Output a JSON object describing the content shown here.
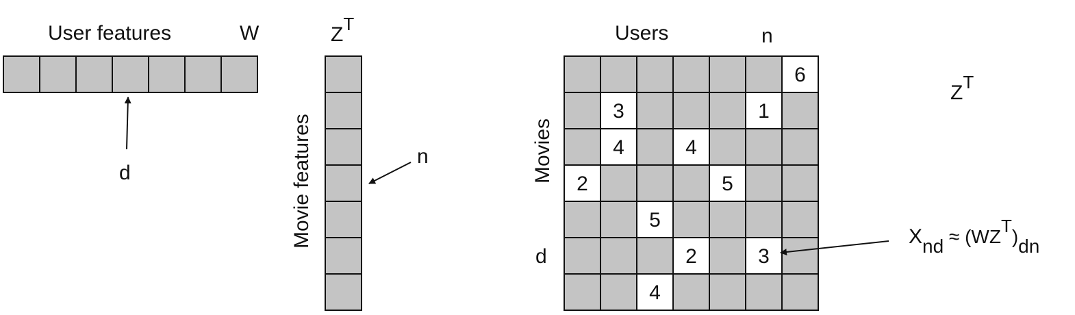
{
  "left": {
    "user_features_label": "User features",
    "w_label": "W",
    "d_label": "d",
    "cells": 7
  },
  "middle": {
    "zt_base": "Z",
    "zt_sup": "T",
    "movie_features_label": "Movie features",
    "n_label": "n",
    "cells": 7
  },
  "matrix": {
    "users_label": "Users",
    "n_label": "n",
    "movies_label": "Movies",
    "d_label": "d",
    "rows": 7,
    "cols": 7,
    "ratings": [
      {
        "row": 0,
        "col": 6,
        "value": "6"
      },
      {
        "row": 1,
        "col": 1,
        "value": "3"
      },
      {
        "row": 1,
        "col": 5,
        "value": "1"
      },
      {
        "row": 2,
        "col": 1,
        "value": "4"
      },
      {
        "row": 2,
        "col": 3,
        "value": "4"
      },
      {
        "row": 3,
        "col": 0,
        "value": "2"
      },
      {
        "row": 3,
        "col": 4,
        "value": "5"
      },
      {
        "row": 4,
        "col": 2,
        "value": "5"
      },
      {
        "row": 5,
        "col": 3,
        "value": "2"
      },
      {
        "row": 5,
        "col": 5,
        "value": "3"
      },
      {
        "row": 6,
        "col": 2,
        "value": "4"
      }
    ]
  },
  "right": {
    "zt_base": "Z",
    "zt_sup": "T",
    "formula": {
      "x": "X",
      "x_sub": "nd",
      "approx": " ≈ (WZ",
      "t_sup": "T",
      "close": ")",
      "dn_sub": "dn"
    }
  },
  "colors": {
    "cell_fill": "#c4c4c4",
    "cell_stroke": "#111111",
    "empty_fill": "#ffffff"
  }
}
